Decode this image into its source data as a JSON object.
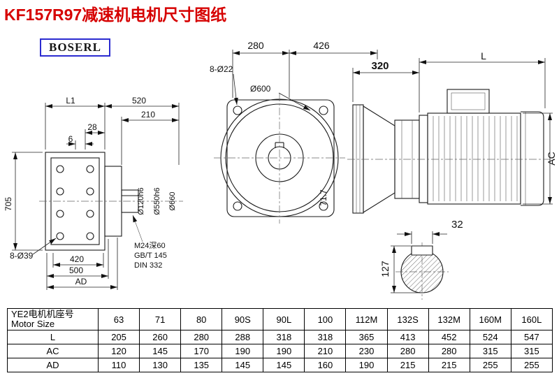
{
  "page": {
    "title": "KF157R97减速机电机尺寸图纸",
    "brand": "BOSERL"
  },
  "drawing": {
    "left_view": {
      "dim_l1": "L1",
      "dim_520": "520",
      "dim_210": "210",
      "dim_28": "28",
      "dim_6": "6",
      "dim_705": "705",
      "dim_bolt_holes": "8-Ø39",
      "dim_420": "420",
      "dim_500": "500",
      "dim_ad": "AD",
      "dim_shaft_dia": "Ø120h6",
      "dim_spigot_dia": "Ø550h6",
      "dim_flange_dia": "Ø660",
      "note_tap": "M24深60",
      "note_gb": "GB/T 145",
      "note_din": "DIN 332"
    },
    "front_view": {
      "dim_280": "280",
      "dim_426": "426",
      "dim_bolt_holes": "8-Ø22",
      "dim_flange_dia": "Ø600",
      "dim_71_7": "71.7"
    },
    "right_view": {
      "dim_320": "320",
      "dim_l": "L",
      "dim_ac": "AC"
    },
    "shaft_view": {
      "dim_32": "32",
      "dim_127": "127"
    }
  },
  "table": {
    "header_cn": "YE2电机机座号",
    "header_en": "Motor Size",
    "columns": [
      "63",
      "71",
      "80",
      "90S",
      "90L",
      "100",
      "112M",
      "132S",
      "132M",
      "160M",
      "160L"
    ],
    "rows": [
      {
        "label": "L",
        "values": [
          "205",
          "260",
          "280",
          "288",
          "318",
          "318",
          "365",
          "413",
          "452",
          "524",
          "547"
        ]
      },
      {
        "label": "AC",
        "values": [
          "120",
          "145",
          "170",
          "190",
          "190",
          "210",
          "230",
          "280",
          "280",
          "315",
          "315"
        ]
      },
      {
        "label": "AD",
        "values": [
          "110",
          "130",
          "135",
          "145",
          "145",
          "160",
          "190",
          "215",
          "215",
          "255",
          "255"
        ]
      }
    ]
  }
}
